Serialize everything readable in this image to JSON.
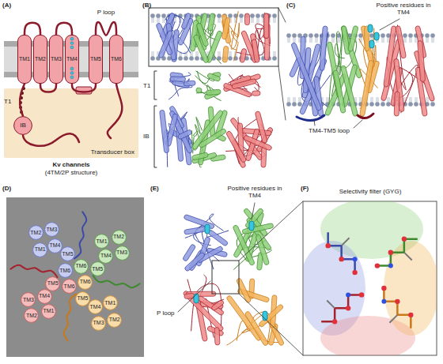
{
  "diagram": {
    "nodes": [
      {
        "text": [
          "TM1"
        ]
      },
      {
        "text": [
          "TM2"
        ]
      },
      {
        "text": [
          "TM3"
        ]
      },
      {
        "text": [
          "TM4"
        ]
      },
      {
        "text": [
          "TM5"
        ]
      },
      {
        "text": [
          "TM6"
        ]
      },
      {
        "text": [
          "Transducer box"
        ]
      },
      {
        "text": [
          "IB"
        ],
        "in": 6
      },
      {
        "text": [
          "TM1"
        ]
      },
      {
        "text": [
          "TM2"
        ]
      },
      {
        "text": [
          "TM3"
        ]
      },
      {
        "text": [
          "TM4"
        ]
      },
      {
        "text": [
          "TM5"
        ]
      },
      {
        "text": [
          "TM6"
        ]
      },
      {
        "text": [
          "TM1"
        ]
      },
      {
        "text": [
          "TM2"
        ]
      },
      {
        "text": [
          "TM3"
        ]
      },
      {
        "text": [
          "TM4"
        ]
      },
      {
        "text": [
          "TM5"
        ]
      },
      {
        "text": [
          "TM6"
        ]
      },
      {
        "text": [
          "TM1"
        ]
      },
      {
        "text": [
          "TM2"
        ]
      },
      {
        "text": [
          "TM3"
        ]
      },
      {
        "text": [
          "TM4"
        ]
      },
      {
        "text": [
          "TM5"
        ]
      },
      {
        "text": [
          "TM6"
        ]
      },
      {
        "text": [
          "TM1"
        ]
      },
      {
        "text": [
          "TM2"
        ]
      },
      {
        "text": [
          "TM3"
        ]
      },
      {
        "text": [
          "TM4"
        ]
      },
      {
        "text": [
          "TM5"
        ]
      },
      {
        "text": [
          "TM6"
        ]
      }
    ],
    "edges": [
      {
        "from": 0,
        "to": 1,
        "arrow": "none"
      },
      {
        "from": 1,
        "to": 2,
        "arrow": "none"
      },
      {
        "from": 2,
        "to": 3,
        "arrow": "none"
      },
      {
        "from": 3,
        "to": 4,
        "arrow": "none"
      },
      {
        "from": 4,
        "to": 5,
        "label": "P loop",
        "arrow": "none"
      },
      {
        "from": 0,
        "to": 7,
        "arrow": "none"
      }
    ],
    "labels": [
      "(A)",
      "T1",
      "Kv channels",
      "(4TM/2P structure)",
      "(B)",
      "T1",
      "IB",
      "(C)",
      "Positive residues in TM4",
      "TM4-TM5 loop",
      "(D)",
      "(E)",
      "Positive residues in TM4",
      "P loop",
      "(F)",
      "Selectivity filter (GYG)"
    ]
  }
}
